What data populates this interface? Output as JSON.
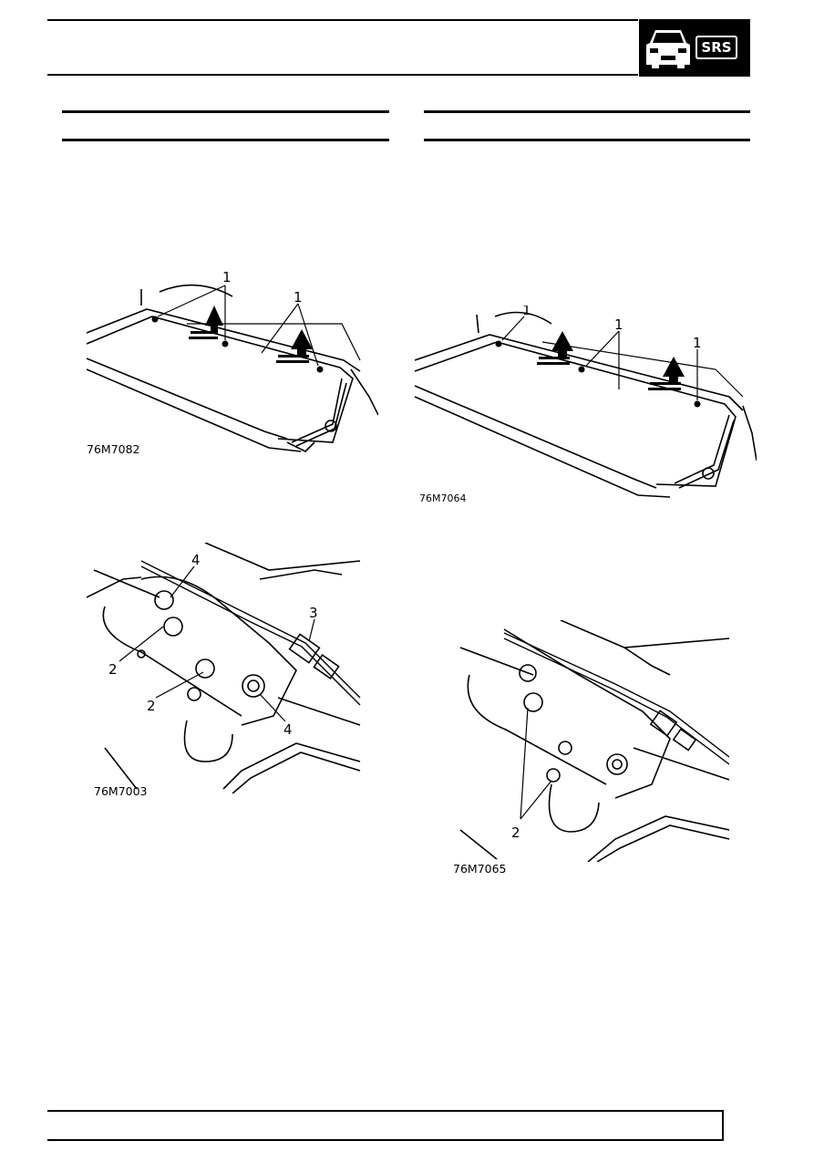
{
  "header": {
    "badge_text": "SRS"
  },
  "figures": [
    {
      "id": "76M7082",
      "caption": "76M7082",
      "callouts": [
        "1",
        "1"
      ]
    },
    {
      "id": "76M7064",
      "caption": "76M7064",
      "callouts": [
        "1",
        "1",
        "1"
      ]
    },
    {
      "id": "76M7003",
      "caption": "76M7003",
      "callouts": [
        "4",
        "3",
        "2",
        "2",
        "4"
      ]
    },
    {
      "id": "76M7065",
      "caption": "76M7065",
      "callouts": [
        "2"
      ]
    }
  ],
  "colors": {
    "ink": "#000000",
    "paper": "#ffffff"
  }
}
